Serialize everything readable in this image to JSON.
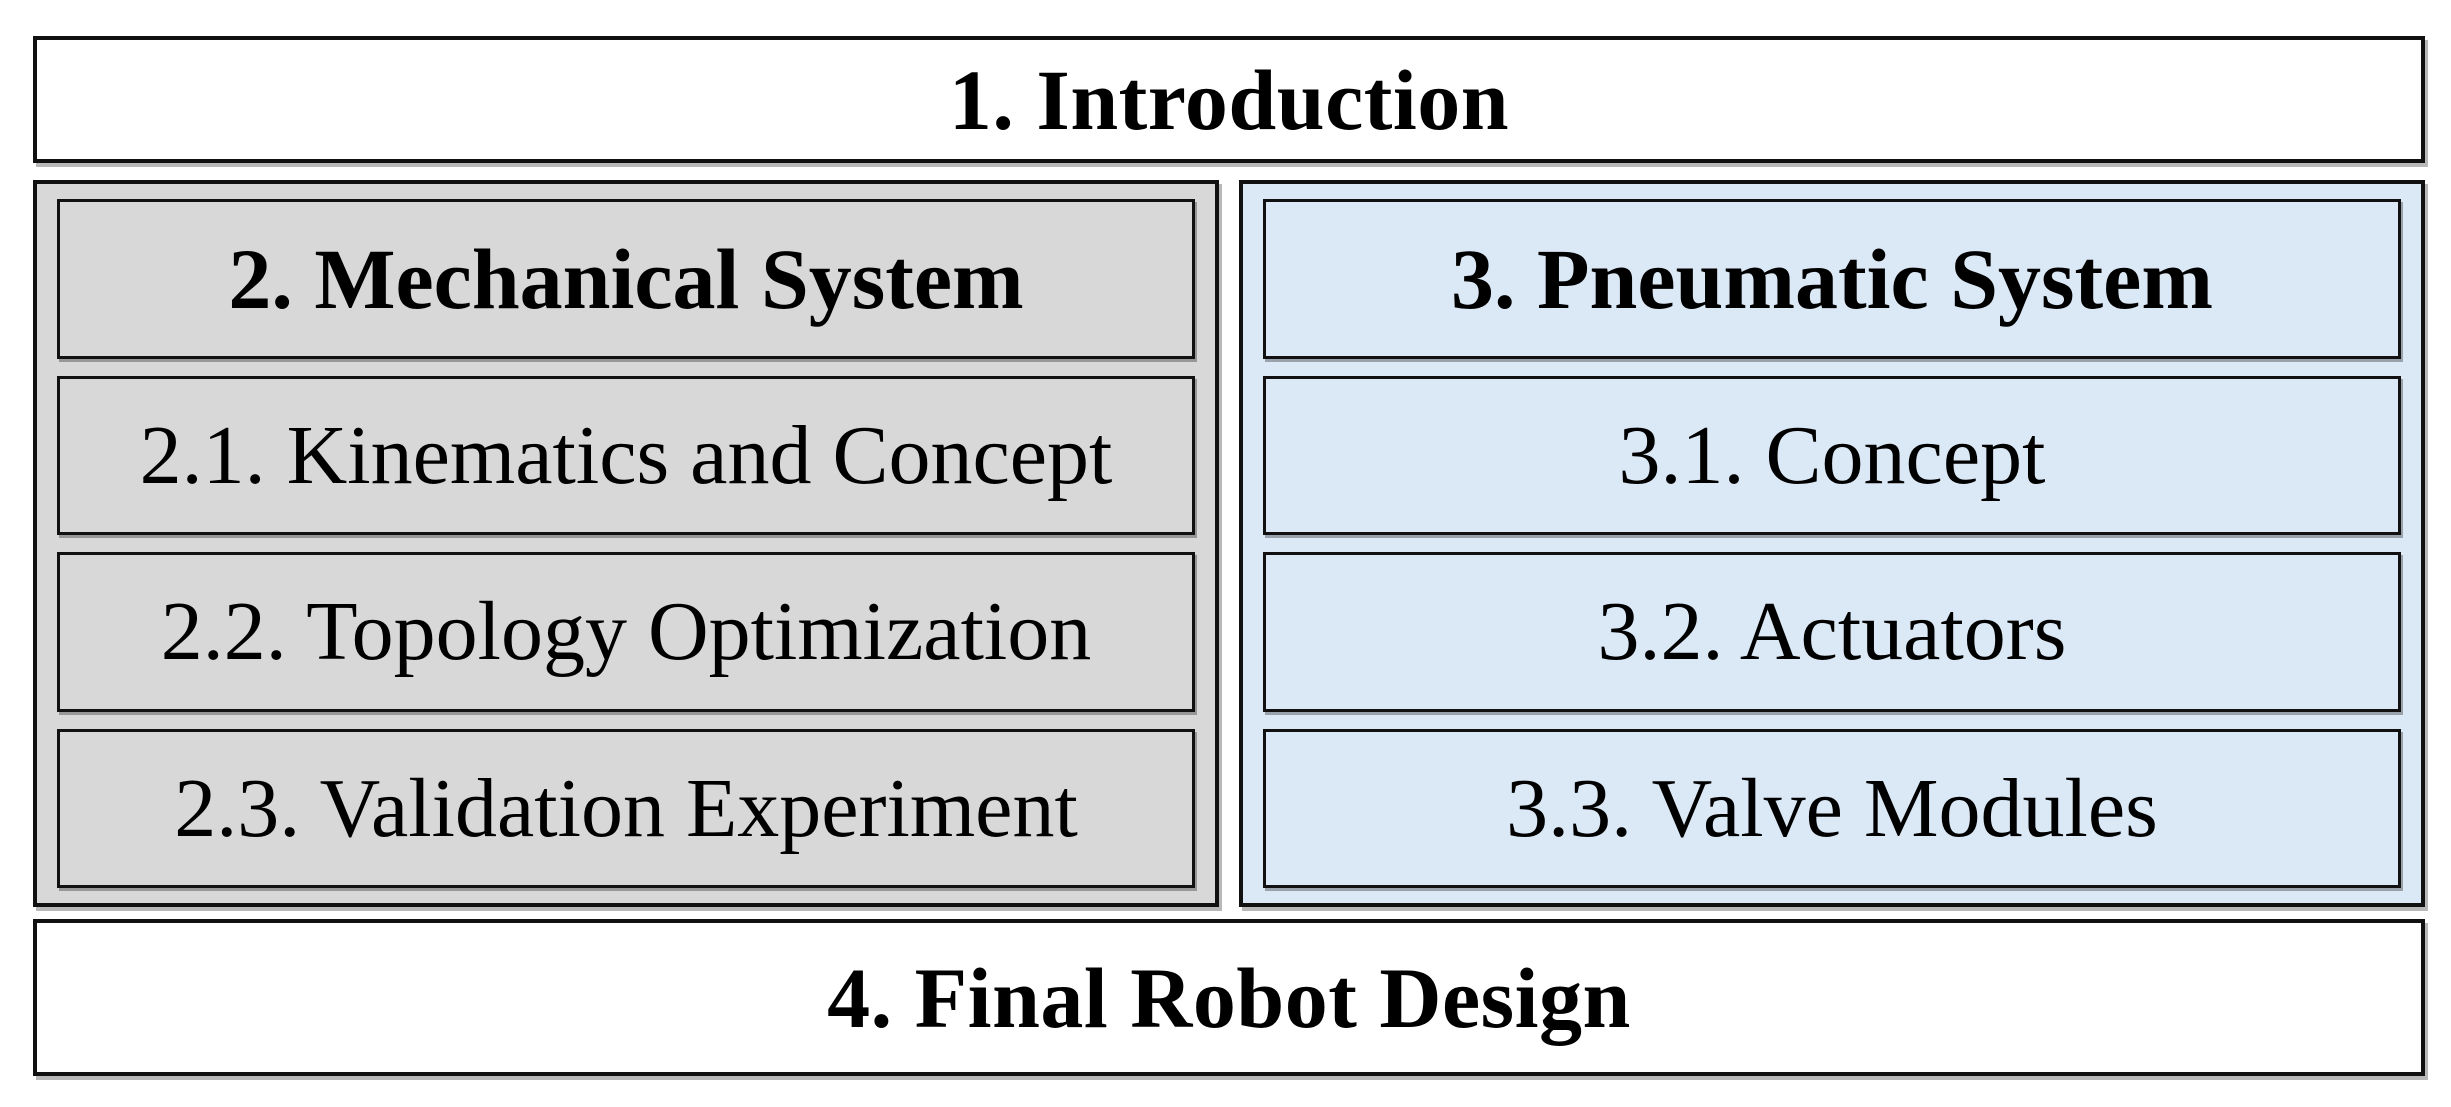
{
  "sections": {
    "intro": "1. Introduction",
    "mechanical": {
      "title": "2. Mechanical System",
      "items": [
        "2.1. Kinematics and Concept",
        "2.2. Topology Optimization",
        "2.3. Validation Experiment"
      ]
    },
    "pneumatic": {
      "title": "3. Pneumatic System",
      "items": [
        "3.1. Concept",
        "3.2. Actuators",
        "3.3. Valve Modules"
      ]
    },
    "final": "4. Final Robot Design"
  },
  "colors": {
    "mechanical_bg": "#d8d8d8",
    "pneumatic_bg": "#dbe8f5",
    "banner_bg": "#ffffff",
    "border": "#111111",
    "text": "#000000"
  }
}
